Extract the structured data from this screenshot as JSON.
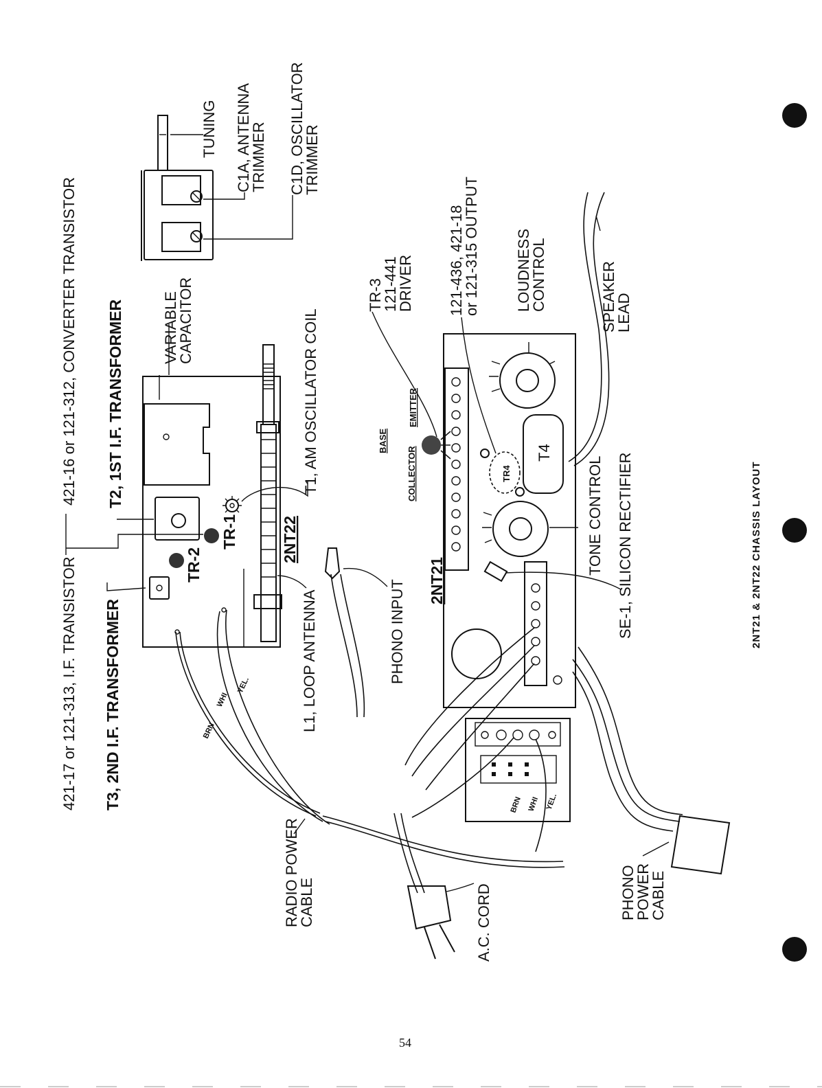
{
  "caption": "2NT21 & 2NT22 CHASSIS LAYOUT",
  "page_number": "54",
  "radio_chassis_label": "2NT22",
  "amp_chassis_label": "2NT21",
  "labels": {
    "if_transistor": "421-17 or 121-313, I.F. TRANSISTOR",
    "t3": "T3, 2ND I.F. TRANSFORMER",
    "converter": "421-16 or 121-312, CONVERTER TRANSISTOR",
    "t2": "T2, 1ST I.F. TRANSFORMER",
    "variable_cap": [
      "VARIABLE",
      "CAPACITOR"
    ],
    "t1": "T1, AM OSCILLATOR COIL",
    "l1": "L1, LOOP ANTENNA",
    "tuning": "TUNING",
    "c1a": [
      "C1A, ANTENNA",
      "TRIMMER"
    ],
    "c1d": [
      "C1D, OSCILLATOR",
      "TRIMMER"
    ],
    "tr1": "TR-1",
    "tr2": "TR-2",
    "phono_input": "PHONO INPUT",
    "tr3": [
      "TR-3",
      "121-441",
      "DRIVER"
    ],
    "output": [
      "121-436, 421-18",
      "or 121-315 OUTPUT"
    ],
    "loudness": [
      "LOUDNESS",
      "CONTROL"
    ],
    "speaker": [
      "SPEAKER",
      "LEAD"
    ],
    "base": "BASE",
    "emitter": "EMITTER",
    "collector": "COLLECTOR",
    "tr4": "TR4",
    "t4": "T4",
    "tone": "TONE CONTROL",
    "se1": "SE-1, SILICON RECTIFIER",
    "radio_power": [
      "RADIO POWER",
      "CABLE"
    ],
    "ac_cord": "A.C. CORD",
    "phono_power": [
      "PHONO",
      "POWER",
      "CABLE"
    ]
  },
  "wire_colors": {
    "brn": "BRN",
    "whi": "WHI",
    "yel": "YEL."
  }
}
